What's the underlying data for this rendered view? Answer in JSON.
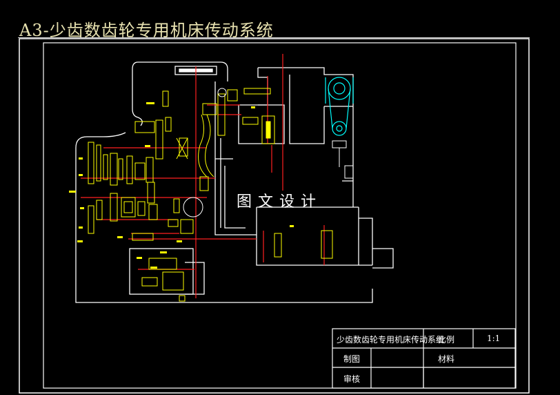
{
  "title": "A3-少齿数齿轮专用机床传动系统",
  "watermark": "图文设计",
  "title_block": {
    "drawing_name": "少齿数齿轮专用机床传动系统",
    "scale_label": "比例",
    "scale_value": "1:1",
    "drawn_by_label": "制图",
    "material_label": "材料",
    "checked_by_label": "审核"
  },
  "colors": {
    "background": "#000000",
    "frame": "#ffffff",
    "shaft_line": "#ff2020",
    "component": "#ffff00",
    "belt_drive": "#00ffff",
    "title_text": "#e8e2b0"
  }
}
